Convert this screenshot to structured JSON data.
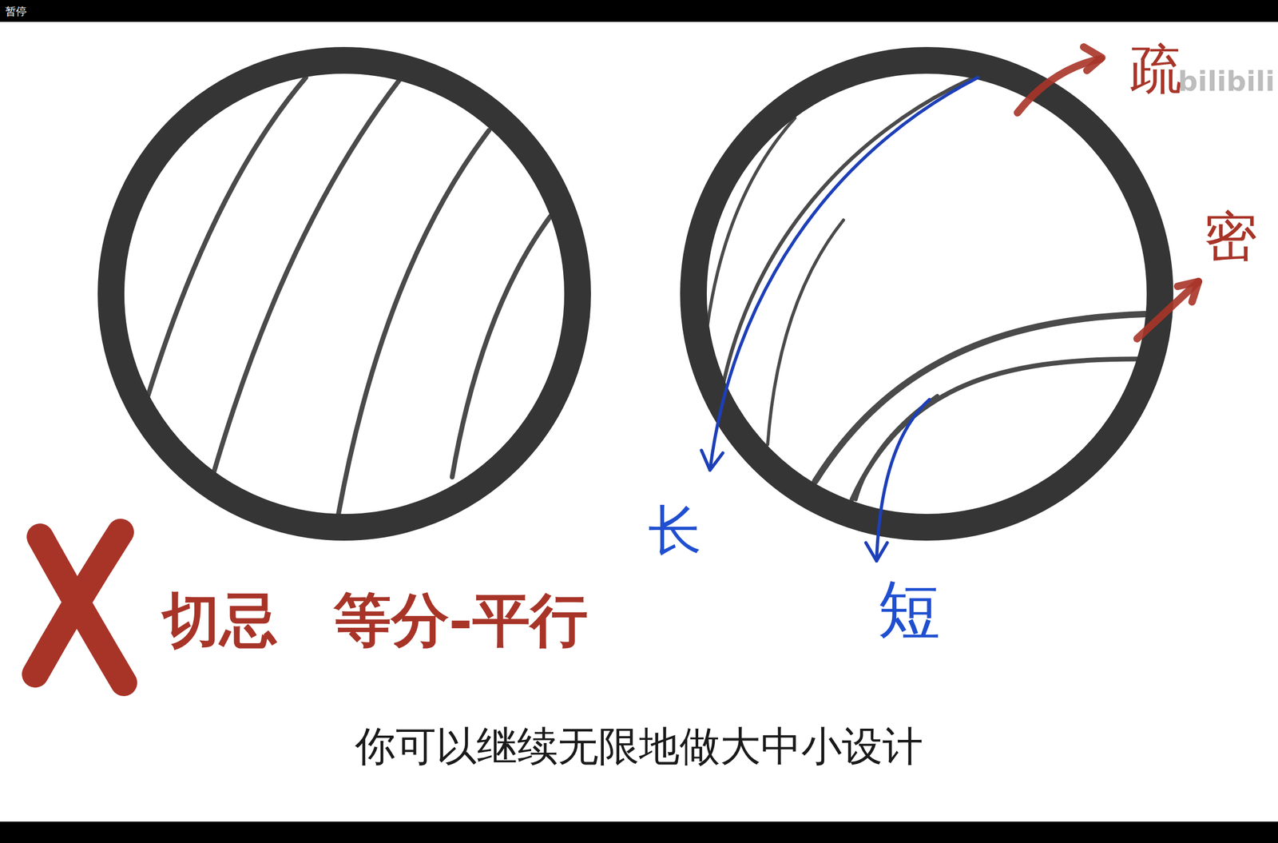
{
  "diagram": {
    "labels": [
      "暂停",
      "切忌",
      "等分-平行",
      "疏",
      "密",
      "长",
      "短",
      "bilibili",
      "你可以继续无限地做大中小设计"
    ]
  }
}
